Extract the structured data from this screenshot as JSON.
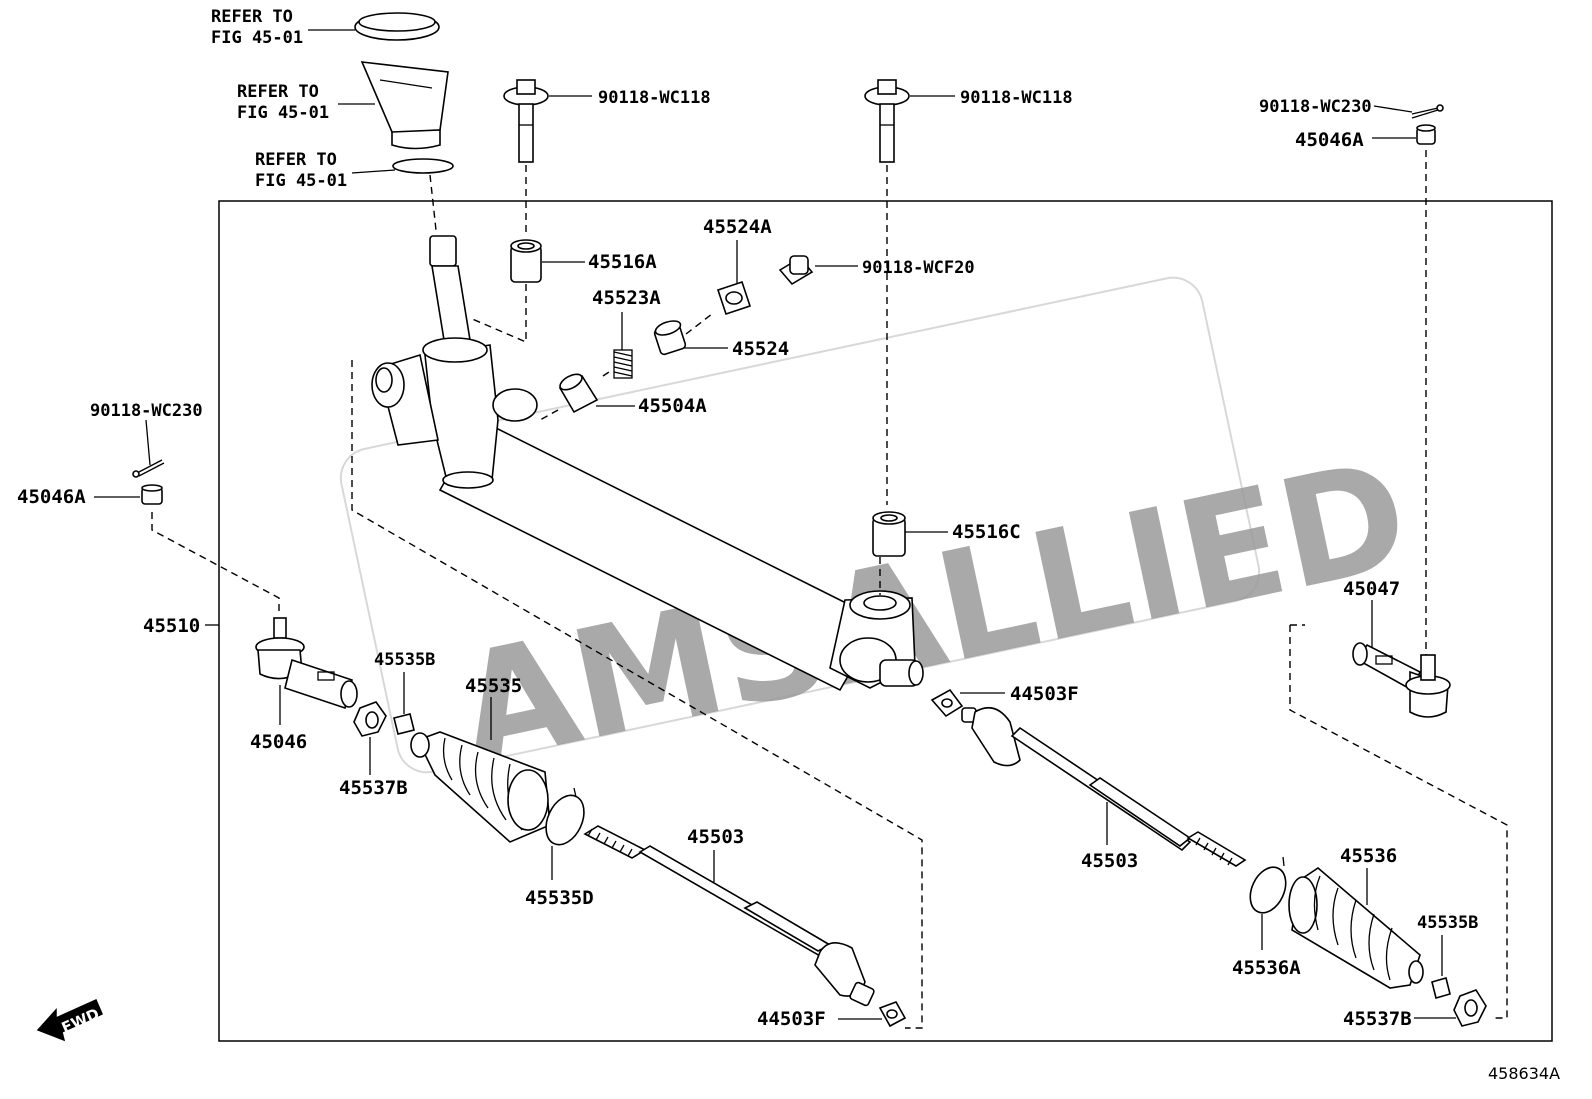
{
  "labels": {
    "ref_45_01_a_l1": "REFER TO",
    "ref_45_01_a_l2": "FIG 45-01",
    "ref_45_01_b_l1": "REFER TO",
    "ref_45_01_b_l2": "FIG 45-01",
    "ref_45_01_c_l1": "REFER TO",
    "ref_45_01_c_l2": "FIG 45-01",
    "bolt_left": "90118-WC118",
    "bolt_right": "90118-WC118",
    "pin_right": "90118-WC230",
    "nut_right": "45046A",
    "pin_left": "90118-WC230",
    "nut_left": "45046A",
    "bush_upper": "45516A",
    "guide_spring_cap": "45524A",
    "plug": "90118-WCF20",
    "spring": "45523A",
    "cap_nut": "45524",
    "guide": "45504A",
    "bush_lower": "45516C",
    "rack_assy": "45510",
    "tie_rod_end_left": "45046",
    "tie_rod_end_right": "45047",
    "clamp_left": "45535B",
    "boot_left": "45535",
    "lock_nut_left": "45537B",
    "clip_left": "45535D",
    "rod_left": "45503",
    "washer_left": "44503F",
    "washer_right": "44503F",
    "rod_right": "45503",
    "boot_right": "45536",
    "clip_right": "45536A",
    "clamp_right": "45535B",
    "lock_nut_right": "45537B",
    "fwd": "FWD",
    "figure_number": "458634A",
    "watermark": "AMSALLIED"
  }
}
